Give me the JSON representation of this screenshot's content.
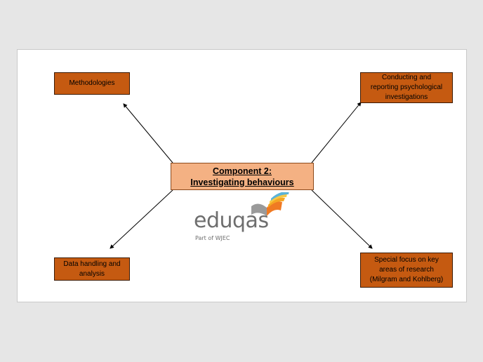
{
  "diagram": {
    "center": {
      "line1": "Component 2:",
      "line2": "Investigating behaviours"
    },
    "branches": {
      "top_left": "Methodologies",
      "top_right": "Conducting and\nreporting psychological\ninvestigations",
      "bottom_left": "Data handling and\nanalysis",
      "bottom_right": "Special focus on key\nareas of research\n(Milgram and Kohlberg)"
    }
  },
  "logo": {
    "wordmark": "eduqas",
    "tagline": "Part of WJEC"
  },
  "colors": {
    "branch_fill": "#c55a11",
    "center_fill": "#f4b183",
    "background": "#e6e6e6"
  }
}
